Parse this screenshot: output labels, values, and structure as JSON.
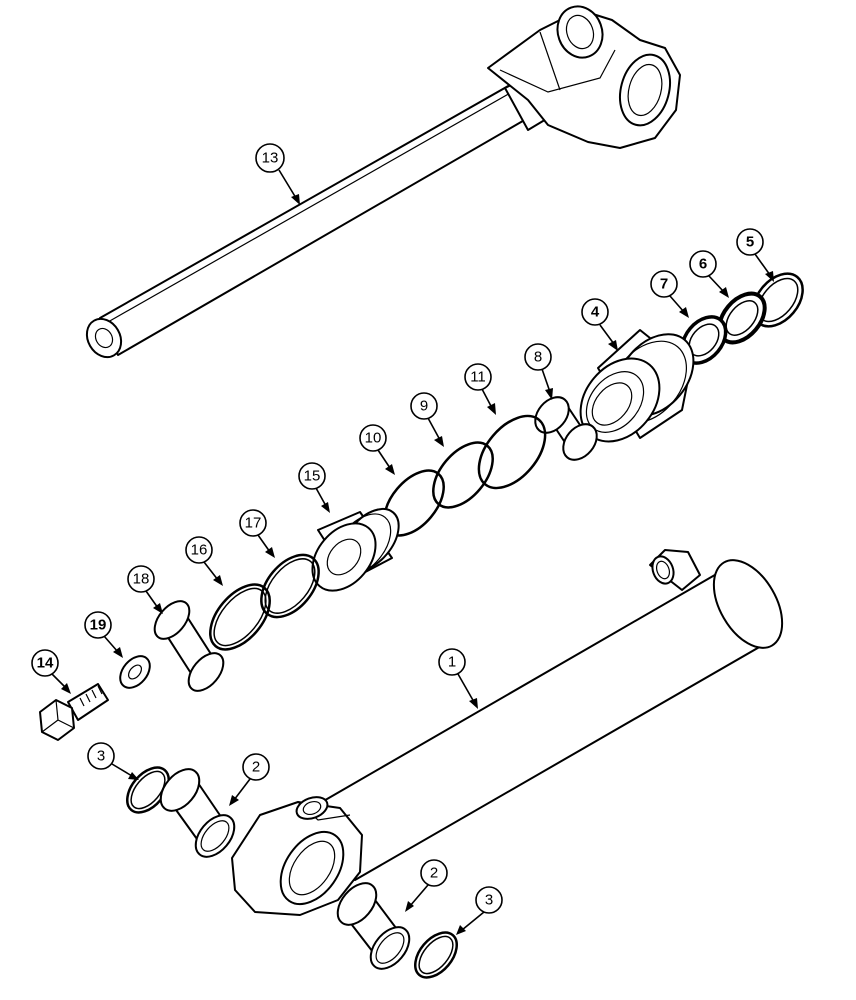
{
  "diagram": {
    "callouts": [
      {
        "id": "c13",
        "label": "13",
        "bold": false
      },
      {
        "id": "c5",
        "label": "5",
        "bold": true
      },
      {
        "id": "c6",
        "label": "6",
        "bold": true
      },
      {
        "id": "c7",
        "label": "7",
        "bold": true
      },
      {
        "id": "c4",
        "label": "4",
        "bold": true
      },
      {
        "id": "c8",
        "label": "8",
        "bold": false
      },
      {
        "id": "c11",
        "label": "11",
        "bold": false
      },
      {
        "id": "c9",
        "label": "9",
        "bold": false
      },
      {
        "id": "c10",
        "label": "10",
        "bold": false
      },
      {
        "id": "c15",
        "label": "15",
        "bold": false
      },
      {
        "id": "c17",
        "label": "17",
        "bold": false
      },
      {
        "id": "c16",
        "label": "16",
        "bold": false
      },
      {
        "id": "c18",
        "label": "18",
        "bold": false
      },
      {
        "id": "c19",
        "label": "19",
        "bold": true
      },
      {
        "id": "c14",
        "label": "14",
        "bold": true
      },
      {
        "id": "c1",
        "label": "1",
        "bold": false
      },
      {
        "id": "c3a",
        "label": "3",
        "bold": false
      },
      {
        "id": "c2a",
        "label": "2",
        "bold": false
      },
      {
        "id": "c2b",
        "label": "2",
        "bold": false
      },
      {
        "id": "c3b",
        "label": "3",
        "bold": false
      }
    ]
  }
}
